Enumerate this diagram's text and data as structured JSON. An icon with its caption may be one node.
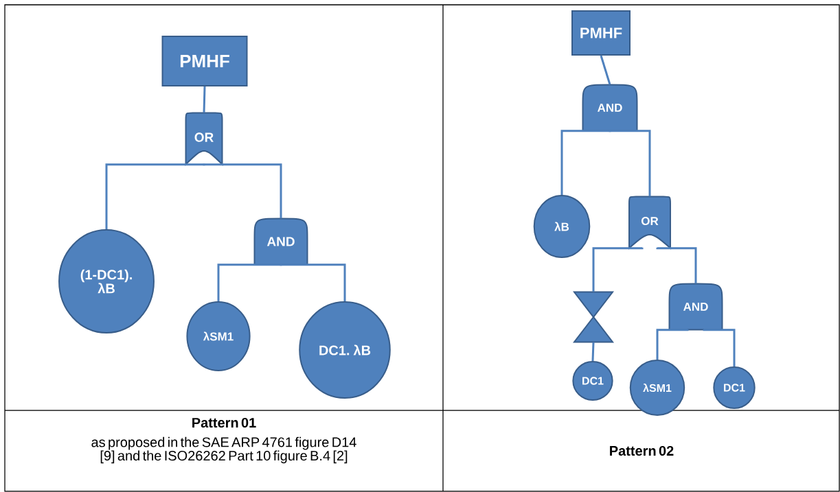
{
  "diagram": {
    "nodes": [
      {
        "text": [
          "PMHF"
        ]
      },
      {
        "text": [
          "OR"
        ]
      },
      {
        "text": [
          "(1-DC1). λB"
        ]
      },
      {
        "text": [
          "AND"
        ]
      },
      {
        "text": [
          "λSM1"
        ]
      },
      {
        "text": [
          "DC1. λB"
        ]
      },
      {
        "text": [
          "PMHF"
        ]
      },
      {
        "text": [
          "AND"
        ]
      },
      {
        "text": [
          "λB"
        ]
      },
      {
        "text": [
          "OR"
        ]
      },
      {
        "text": [],
        "shape": "hourglass"
      },
      {
        "text": [
          "AND"
        ]
      },
      {
        "text": [
          "DC1"
        ]
      },
      {
        "text": [
          "λSM1"
        ]
      },
      {
        "text": [
          "DC1"
        ]
      }
    ],
    "edges": [
      {
        "from": 0,
        "to": 1,
        "arrow": "none"
      },
      {
        "from": 1,
        "to": 2,
        "arrow": "none"
      },
      {
        "from": 1,
        "to": 3,
        "arrow": "none"
      },
      {
        "from": 3,
        "to": 4,
        "arrow": "none"
      },
      {
        "from": 3,
        "to": 5,
        "arrow": "none"
      },
      {
        "from": 6,
        "to": 7,
        "arrow": "none"
      },
      {
        "from": 7,
        "to": 8,
        "arrow": "none"
      },
      {
        "from": 7,
        "to": 9,
        "arrow": "none"
      },
      {
        "from": 9,
        "to": 10,
        "arrow": "none"
      },
      {
        "from": 9,
        "to": 11,
        "arrow": "none"
      },
      {
        "from": 10,
        "to": 12,
        "arrow": "none"
      },
      {
        "from": 11,
        "to": 13,
        "arrow": "none"
      },
      {
        "from": 11,
        "to": 14,
        "arrow": "none"
      }
    ],
    "labels": [
      "Pattern 01",
      "as proposed in the SAE ARP 4761 figure D14 [9] and the ISO26262 Part 10 figure B.4 [2]",
      "Pattern 02"
    ]
  }
}
